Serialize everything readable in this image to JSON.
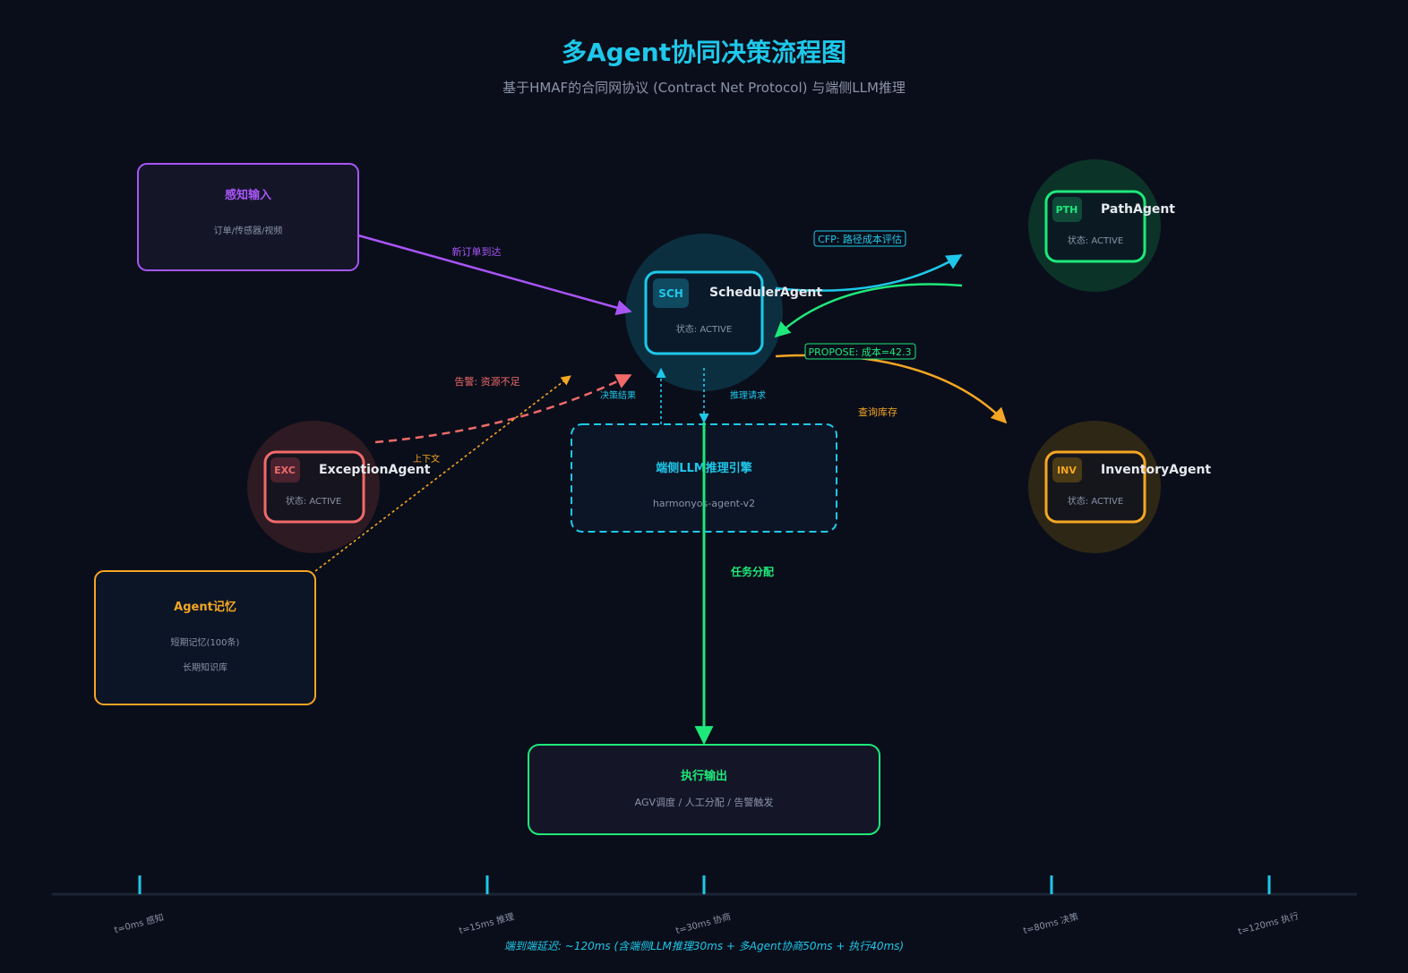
{
  "title": "多Agent协同决策流程图",
  "subtitle": "基于HMAF的合同网协议 (Contract Net Protocol) 与端侧LLM推理",
  "colors": {
    "background": "#0a0e1a",
    "cyan": "#1ec8ea",
    "green": "#1ee87a",
    "orange": "#f5a623",
    "red": "#f06a6a",
    "purple": "#a855f7"
  },
  "perception": {
    "title": "感知输入",
    "subtitle": "订单/传感器/视频"
  },
  "memory": {
    "title": "Agent记忆",
    "line1": "短期记忆(100条)",
    "line2": "长期知识库"
  },
  "llm": {
    "title": "端侧LLM推理引擎",
    "subtitle": "harmonyos-agent-v2"
  },
  "output": {
    "title": "执行输出",
    "subtitle": "AGV调度 / 人工分配 / 告警触发"
  },
  "agents": {
    "scheduler": {
      "badge": "SCH",
      "name": "SchedulerAgent",
      "status": "状态: ACTIVE"
    },
    "path": {
      "badge": "PTH",
      "name": "PathAgent",
      "status": "状态: ACTIVE"
    },
    "inventory": {
      "badge": "INV",
      "name": "InventoryAgent",
      "status": "状态: ACTIVE"
    },
    "exception": {
      "badge": "EXC",
      "name": "ExceptionAgent",
      "status": "状态: ACTIVE"
    }
  },
  "edges": {
    "new_order": "新订单到达",
    "cfp": "CFP: 路径成本评估",
    "propose": "PROPOSE: 成本=42.3",
    "query_inventory": "查询库存",
    "alarm": "告警: 资源不足",
    "context": "上下文",
    "decision_result": "决策结果",
    "inference_request": "推理请求",
    "task_assign": "任务分配"
  },
  "timeline": {
    "ticks": [
      "t=0ms 感知",
      "t=15ms 推理",
      "t=30ms 协商",
      "t=80ms 决策",
      "t=120ms 执行"
    ],
    "summary": "端到端延迟: ~120ms (含端侧LLM推理30ms + 多Agent协商50ms + 执行40ms)"
  }
}
